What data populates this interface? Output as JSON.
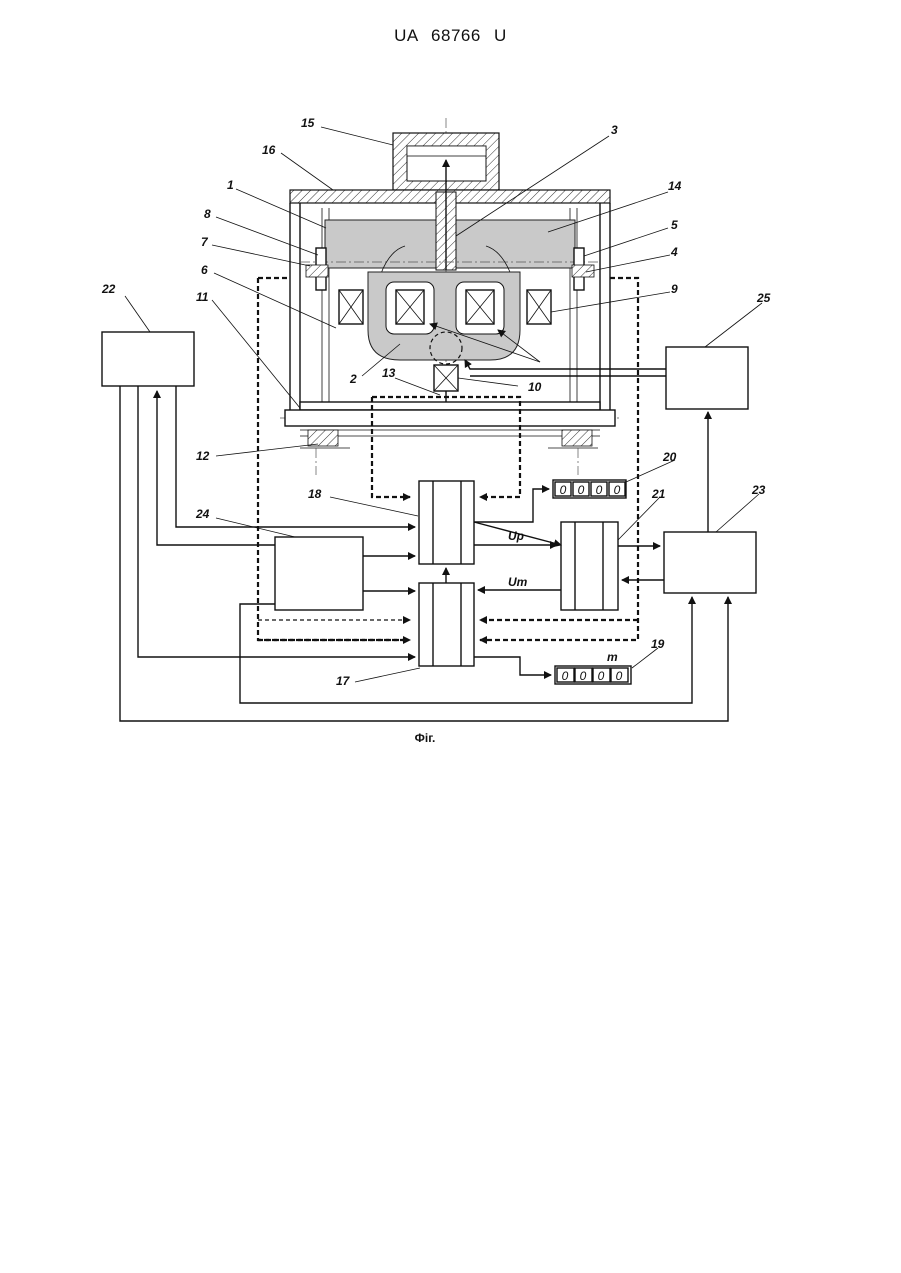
{
  "header": {
    "doc_id": "UA   68766   U"
  },
  "caption": "Фіг.",
  "callouts": [
    "1",
    "2",
    "3",
    "4",
    "5",
    "6",
    "7",
    "8",
    "9",
    "10",
    "11",
    "12",
    "13",
    "14",
    "15",
    "16",
    "17",
    "18",
    "19",
    "20",
    "21",
    "22",
    "23",
    "24",
    "25"
  ],
  "signals": {
    "up": "Up",
    "um": "Um",
    "m": "m"
  },
  "counters": {
    "counter_20": [
      "0",
      "0",
      "0",
      "0"
    ],
    "counter_19": [
      "0",
      "0",
      "0",
      "0"
    ]
  }
}
